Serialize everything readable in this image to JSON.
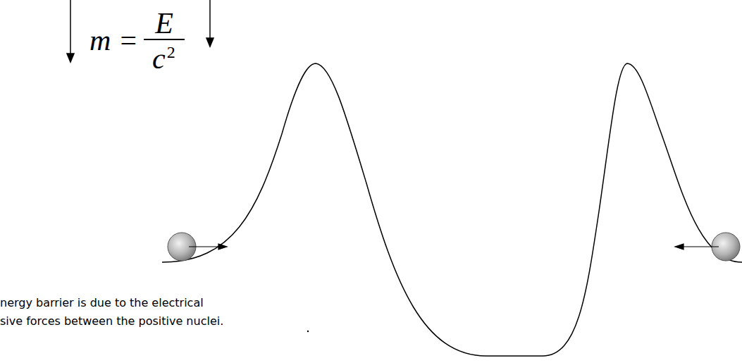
{
  "diagram": {
    "labels": [
      "m =",
      "E",
      "c",
      "2",
      "nergy barrier is due to the electrical",
      "sive forces between the positive nuclei."
    ]
  }
}
